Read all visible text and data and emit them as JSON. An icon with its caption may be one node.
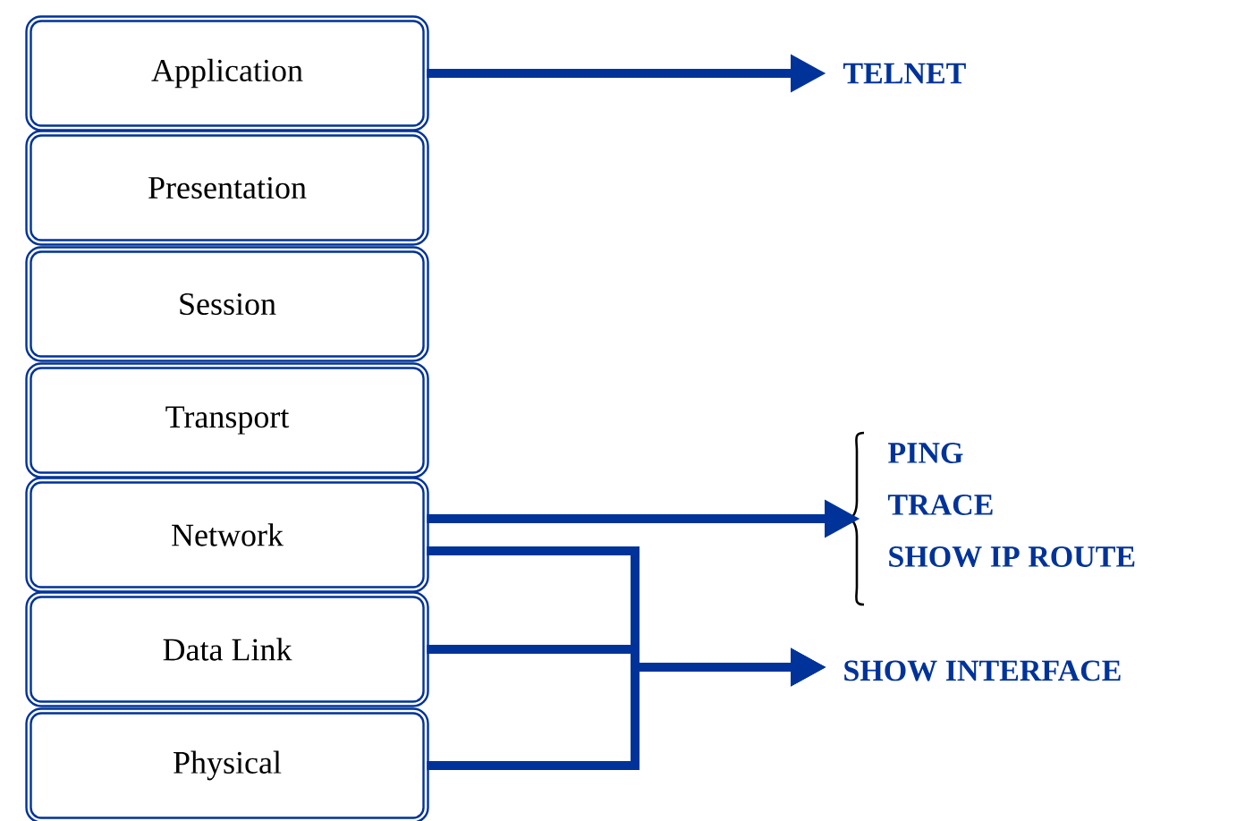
{
  "diagram": {
    "nodes": [
      {
        "text": [
          "Application"
        ]
      },
      {
        "text": [
          "Presentation"
        ]
      },
      {
        "text": [
          "Session"
        ]
      },
      {
        "text": [
          "Transport"
        ]
      },
      {
        "text": [
          "Network"
        ]
      },
      {
        "text": [
          "Data Link"
        ]
      },
      {
        "text": [
          "Physical"
        ]
      },
      {
        "text": [
          "TELNET"
        ]
      },
      {
        "text": [
          "PING",
          "TRACE",
          "SHOW IP ROUTE"
        ]
      },
      {
        "text": [
          "SHOW INTERFACE"
        ]
      }
    ],
    "edges": [
      {
        "from": 0,
        "to": 7,
        "arrow": "to"
      },
      {
        "from": 4,
        "to": 8,
        "arrow": "to"
      },
      {
        "from": 4,
        "to": 9,
        "arrow": "to"
      },
      {
        "from": 5,
        "to": 9,
        "arrow": "to"
      },
      {
        "from": 6,
        "to": 9,
        "arrow": "to"
      }
    ]
  }
}
